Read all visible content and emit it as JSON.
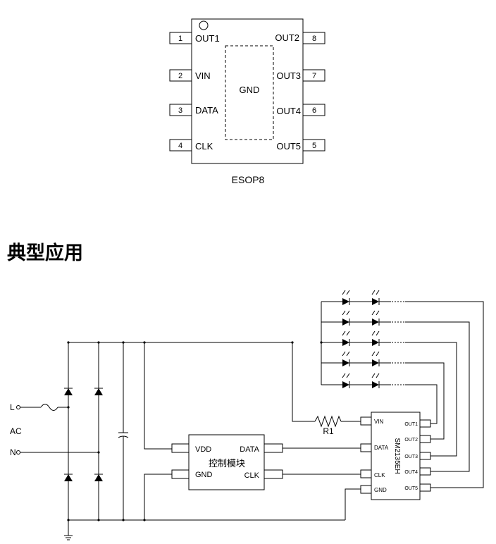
{
  "package": {
    "name": "ESOP8",
    "center_label": "GND",
    "pins_left": [
      {
        "num": "1",
        "label": "OUT1"
      },
      {
        "num": "2",
        "label": "VIN"
      },
      {
        "num": "3",
        "label": "DATA"
      },
      {
        "num": "4",
        "label": "CLK"
      }
    ],
    "pins_right": [
      {
        "num": "8",
        "label": "OUT2"
      },
      {
        "num": "7",
        "label": "OUT3"
      },
      {
        "num": "6",
        "label": "OUT4"
      },
      {
        "num": "5",
        "label": "OUT5"
      }
    ]
  },
  "section_title": "典型应用",
  "circuit": {
    "inputs": {
      "l": "L",
      "ac": "AC",
      "n": "N"
    },
    "resistor": "R1",
    "controller": {
      "name": "控制模块",
      "pins": {
        "vdd": "VDD",
        "gnd": "GND",
        "data": "DATA",
        "clk": "CLK"
      }
    },
    "driver": {
      "name": "SM2135EH",
      "left_pins": {
        "vin": "VIN",
        "data": "DATA",
        "clk": "CLK",
        "gnd": "GND"
      },
      "right_pins": [
        "OUT1",
        "OUT2",
        "OUT3",
        "OUT4",
        "OUT5"
      ]
    }
  }
}
